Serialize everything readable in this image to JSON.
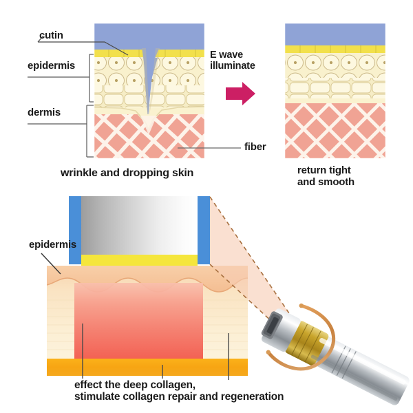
{
  "figure": {
    "title": "Skin tightening treatment mechanism diagram",
    "background_color": "#ffffff"
  },
  "top_panel": {
    "labels": {
      "cutin": "cutin",
      "epidermis": "epidermis",
      "dermis": "dermis",
      "fiber": "fiber"
    },
    "transition": {
      "line1": "E wave",
      "line2": "illuminate",
      "arrow_icon": "right-arrow-icon",
      "arrow_color": "#cc1f64"
    },
    "caption_before": "wrinkle and dropping skin",
    "caption_after_line1": "return tight",
    "caption_after_line2": "and smooth",
    "skin_colors": {
      "air": "#8fa3d6",
      "cutin": "#f2e04b",
      "epidermis_cells": "#f7eec4",
      "epidermis_base": "#faf2cf",
      "dermis_fiber": "#f0a394",
      "dermis_gap": "#fdf6e3"
    }
  },
  "bottom_panel": {
    "labels": {
      "epidermis": "epidermis"
    },
    "caption_line1": "effect the deep collagen,",
    "caption_line2": "stimulate collagen repair and regeneration",
    "handpiece_icon": "handpiece-device-icon",
    "callout_icon": "dashed-zoom-callout-icon",
    "colors": {
      "probe_side_bar": "#4a8fd8",
      "probe_body_light": "#fbfbfb",
      "probe_body_dark": "#9a9a9a",
      "probe_tip": "#f5e63c",
      "skin_surface": "#f6c8a2",
      "skin_base": "#fbeccd",
      "energy_zone": "#f4projected",
      "energy_top": "#f8b7a4",
      "energy_bottom": "#f45d4c",
      "collagen_band": "#f7a81b",
      "callout_fill": "#f7cdb4",
      "callout_stroke": "#b0703f"
    }
  }
}
